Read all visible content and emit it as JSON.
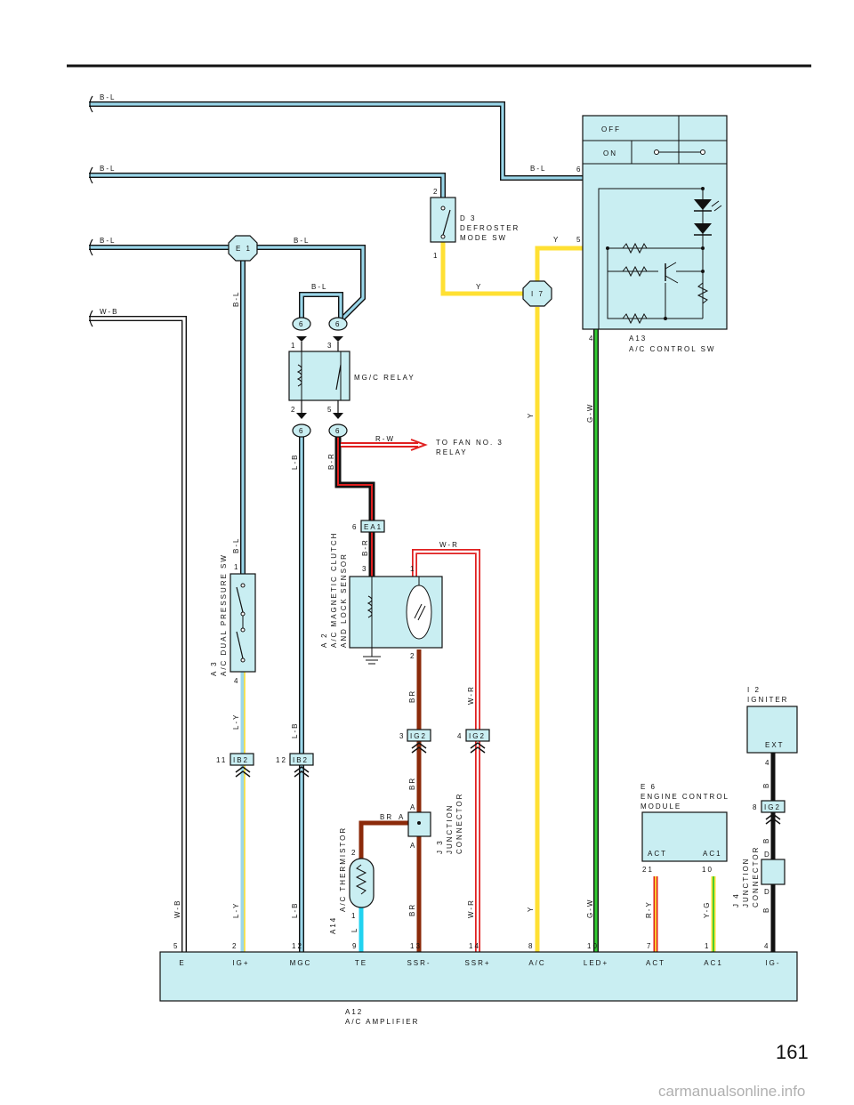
{
  "page_number": "161",
  "watermark": "carmanualsonline.info",
  "colors": {
    "component_fill": "#c9eef2",
    "wire_yellow": "#ffe033",
    "wire_brown": "#8b2a0a",
    "wire_green": "#33cc33",
    "wire_red": "#e02020",
    "wire_lightblue": "#9ad7ea",
    "wire_cyan": "#22d3f0"
  },
  "wires": {
    "bl": "B-L",
    "wb": "W-B",
    "y": "Y",
    "gw": "G-W",
    "rw": "R-W",
    "br_red": "B-R",
    "lb": "L-B",
    "ly": "L-Y",
    "wr": "W-R",
    "br": "BR",
    "l": "L",
    "ry": "R-Y",
    "yg": "Y-G",
    "b": "B"
  },
  "components": {
    "control_sw": {
      "id": "A13",
      "name": "A/C CONTROL SW",
      "off": "OFF",
      "on": "ON",
      "pin6": "6",
      "pin5": "5",
      "pin4": "4"
    },
    "defroster": {
      "id": "D 3",
      "name1": "DEFROSTER",
      "name2": "MODE SW",
      "pin2": "2",
      "pin1": "1"
    },
    "e1": "E 1",
    "i7": "I 7",
    "relay": {
      "name": "MG/C RELAY",
      "p1": "1",
      "p3": "3",
      "p2": "2",
      "p5": "5",
      "conn": "6"
    },
    "fan_relay": {
      "line1": "TO FAN NO. 3",
      "line2": "RELAY"
    },
    "ea1": {
      "label": "EA1",
      "pin": "6"
    },
    "clutch": {
      "id": "A 2",
      "line1": "A/C MAGNETIC CLUTCH",
      "line2": "AND LOCK SENSOR",
      "p3": "3",
      "p1": "1",
      "p2": "2"
    },
    "dual_sw": {
      "id": "A 3",
      "name": "A/C DUAL PRESSURE SW",
      "p1": "1",
      "p4": "4"
    },
    "ib2a": {
      "label": "IB2",
      "pin": "11"
    },
    "ib2b": {
      "label": "IB2",
      "pin": "12"
    },
    "ig2a": {
      "label": "IG2",
      "pin": "3"
    },
    "ig2b": {
      "label": "IG2",
      "pin": "4"
    },
    "ig2c": {
      "label": "IG2",
      "pin": "8"
    },
    "j3": {
      "id": "J 3",
      "line1": "JUNCTION",
      "line2": "CONNECTOR",
      "a": "A"
    },
    "thermistor": {
      "id": "A14",
      "name": "A/C THERMISTOR",
      "p2": "2",
      "p1": "1"
    },
    "ecm": {
      "id": "E 6",
      "line1": "ENGINE CONTROL",
      "line2": "MODULE",
      "act": "ACT",
      "ac1": "AC1",
      "p21": "21",
      "p10": "10"
    },
    "igniter": {
      "id": "I 2",
      "name": "IGNITER",
      "ext": "EXT",
      "p4": "4"
    },
    "j4": {
      "id": "J 4",
      "line1": "JUNCTION",
      "line2": "CONNECTOR",
      "d": "D"
    },
    "amplifier": {
      "id": "A12",
      "name": "A/C AMPLIFIER",
      "terminals": [
        {
          "name": "E",
          "pin": "5"
        },
        {
          "name": "IG+",
          "pin": "2"
        },
        {
          "name": "MGC",
          "pin": "12"
        },
        {
          "name": "TE",
          "pin": "9"
        },
        {
          "name": "SSR-",
          "pin": "13"
        },
        {
          "name": "SSR+",
          "pin": "14"
        },
        {
          "name": "A/C",
          "pin": "8"
        },
        {
          "name": "LED+",
          "pin": "10"
        },
        {
          "name": "ACT",
          "pin": "7"
        },
        {
          "name": "AC1",
          "pin": "1"
        },
        {
          "name": "IG-",
          "pin": "4"
        }
      ]
    }
  }
}
